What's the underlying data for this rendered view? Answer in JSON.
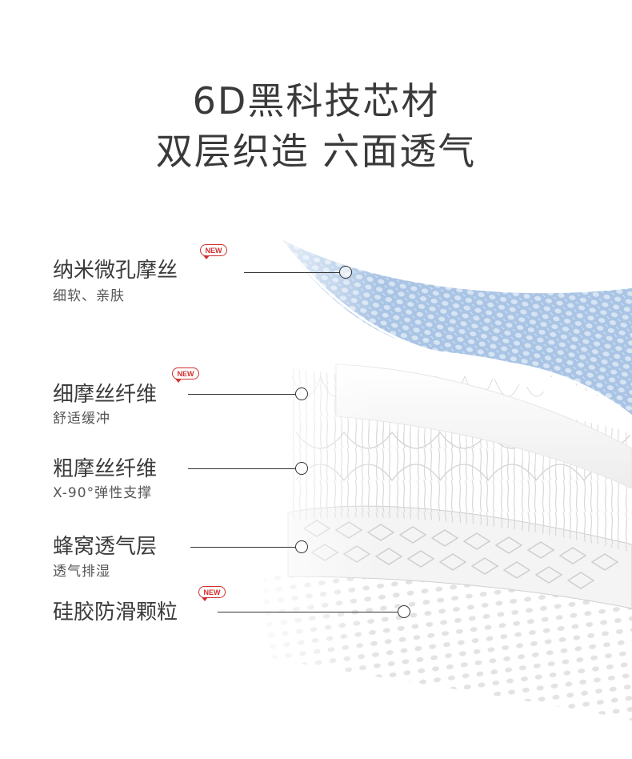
{
  "heading": {
    "line1": "6D黑科技芯材",
    "line2": "双层织造 六面透气"
  },
  "badge_text": "NEW",
  "layers": [
    {
      "name": "纳米微孔摩丝",
      "desc": "细软、亲肤",
      "is_new": true
    },
    {
      "name": "细摩丝纤维",
      "desc": "舒适缓冲",
      "is_new": true
    },
    {
      "name": "粗摩丝纤维",
      "desc": "X-90°弹性支撑",
      "is_new": false
    },
    {
      "name": "蜂窝透气层",
      "desc": "透气排湿",
      "is_new": false
    },
    {
      "name": "硅胶防滑颗粒",
      "desc": "",
      "is_new": true
    }
  ],
  "colors": {
    "mesh_blue": "#a9c4e4",
    "fiber_white": "#f2f2f2",
    "accent_red": "#d22f2f",
    "text_dark": "#3a3a3a"
  }
}
